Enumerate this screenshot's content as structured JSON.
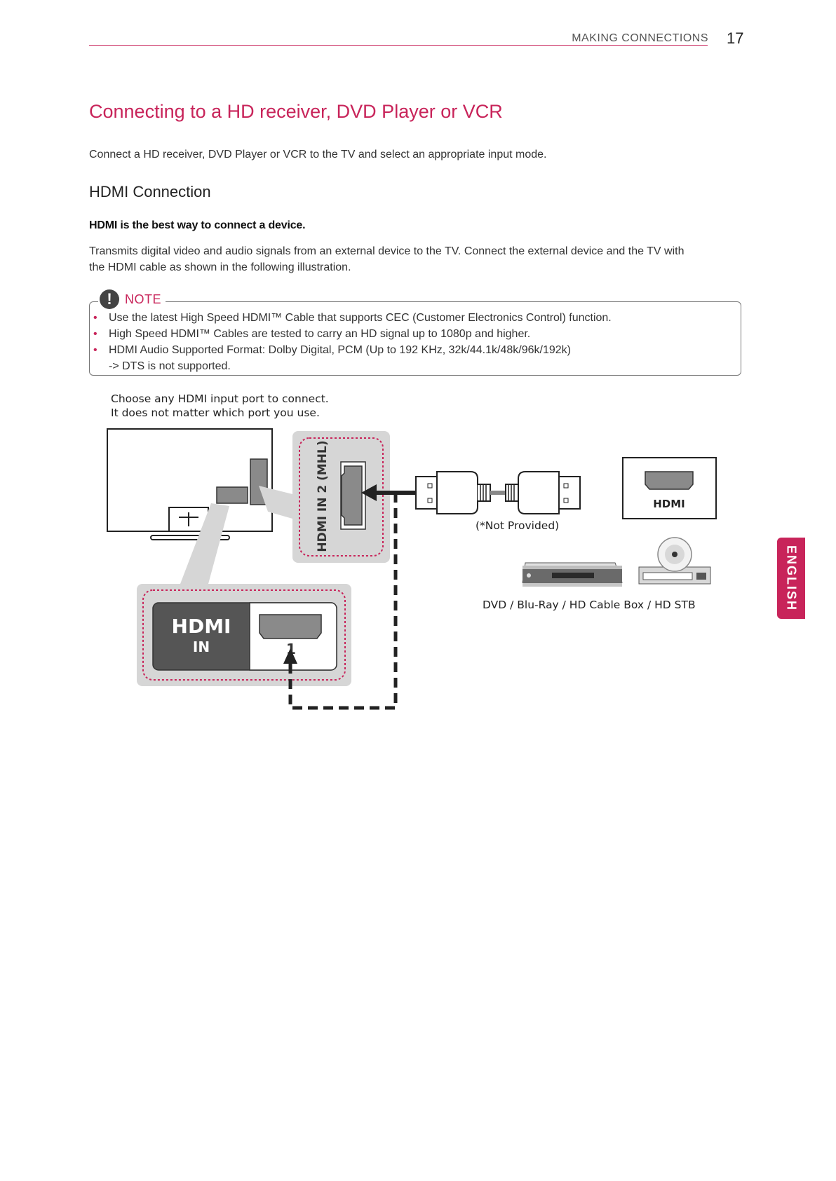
{
  "header": {
    "section": "MAKING CONNECTIONS",
    "page_number": "17"
  },
  "title": "Connecting to a HD receiver, DVD Player or VCR",
  "intro": "Connect a HD receiver, DVD Player or VCR to the TV and select an appropriate input mode.",
  "hdmi_section": {
    "heading": "HDMI Connection",
    "bold_line": "HDMI is the best way to connect a device.",
    "body_line1": "Transmits digital video and audio signals from an external device to the TV. Connect the external device and the TV with",
    "body_line2": "the HDMI cable as shown in the following illustration."
  },
  "note": {
    "icon_glyph": "!",
    "label": "NOTE",
    "bullet_glyph": "•",
    "items": [
      "Use the latest High Speed HDMI™ Cable that supports CEC (Customer Electronics Control) function.",
      "High Speed HDMI™ Cables are tested to carry an HD signal up to 1080p and higher.",
      "HDMI Audio Supported Format: Dolby Digital, PCM (Up to 192 KHz, 32k/44.1k/48k/96k/192k)"
    ],
    "item3_continuation": "-> DTS is not supported."
  },
  "diagram": {
    "caption_line1": "Choose any HDMI input port to connect.",
    "caption_line2": "It does not matter which port you use.",
    "port2_label": "HDMI IN 2 (MHL)",
    "port2_logo": "HDMI",
    "port2_text": "IN 2 (MHL)",
    "port1_logo": "HDMI",
    "port1_in": "IN",
    "port1_number": "1",
    "device_port_label": "HDMI",
    "cable_note": "(*Not Provided)",
    "devices_caption": "DVD / Blu-Ray / HD Cable Box / HD STB"
  },
  "side_tab": {
    "label": "ENGLISH"
  },
  "colors": {
    "accent": "#c8245a",
    "panel_gray": "#cfcfcf",
    "port_dark": "#555555"
  }
}
